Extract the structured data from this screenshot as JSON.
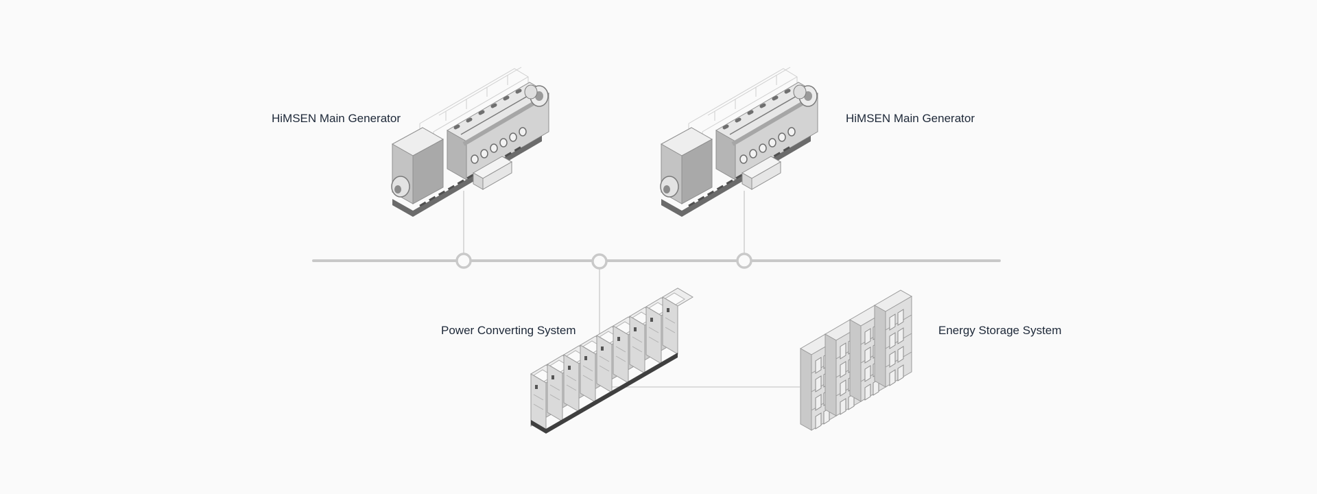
{
  "labels": {
    "generator_left": "HiMSEN Main Generator",
    "generator_right": "HiMSEN Main Generator",
    "pcs": "Power Converting System",
    "ess": "Energy Storage System"
  },
  "colors": {
    "background": "#fafafa",
    "bus_line": "#c8c8c8",
    "connector": "#cfcfcf",
    "node_ring": "#c9c9c9",
    "label_text": "#1d2838",
    "equipment_light": "#e6e6e6",
    "equipment_mid": "#c4c4c4",
    "equipment_dark": "#9c9c9c"
  }
}
